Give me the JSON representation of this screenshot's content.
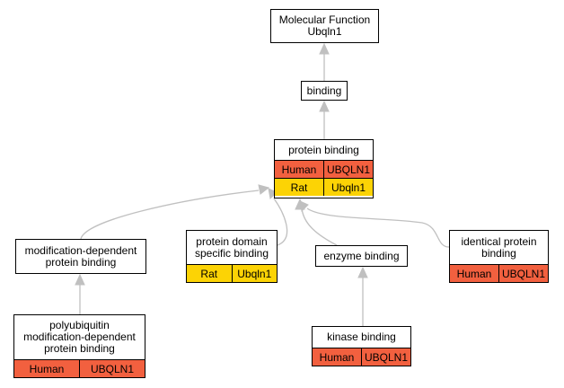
{
  "colors": {
    "human": "#f2603f",
    "rat": "#fcd305",
    "edge": "#c0c0c0"
  },
  "nodes": {
    "mf": {
      "label": "Molecular Function\nUbqln1",
      "rows": []
    },
    "bind": {
      "label": "binding",
      "rows": []
    },
    "pb": {
      "label": "protein binding",
      "rows": [
        [
          "Human",
          "UBQLN1"
        ],
        [
          "Rat",
          "Ubqln1"
        ]
      ]
    },
    "mdpb": {
      "label": "modification-dependent\nprotein binding",
      "rows": []
    },
    "pdsb": {
      "label": "protein domain\nspecific binding",
      "rows": [
        [
          "Rat",
          "Ubqln1"
        ]
      ]
    },
    "eb": {
      "label": "enzyme binding",
      "rows": []
    },
    "ipb": {
      "label": "identical protein\nbinding",
      "rows": [
        [
          "Human",
          "UBQLN1"
        ]
      ]
    },
    "pmd": {
      "label": "polyubiquitin\nmodification-dependent\nprotein binding",
      "rows": [
        [
          "Human",
          "UBQLN1"
        ]
      ]
    },
    "kb": {
      "label": "kinase binding",
      "rows": [
        [
          "Human",
          "UBQLN1"
        ]
      ]
    }
  }
}
